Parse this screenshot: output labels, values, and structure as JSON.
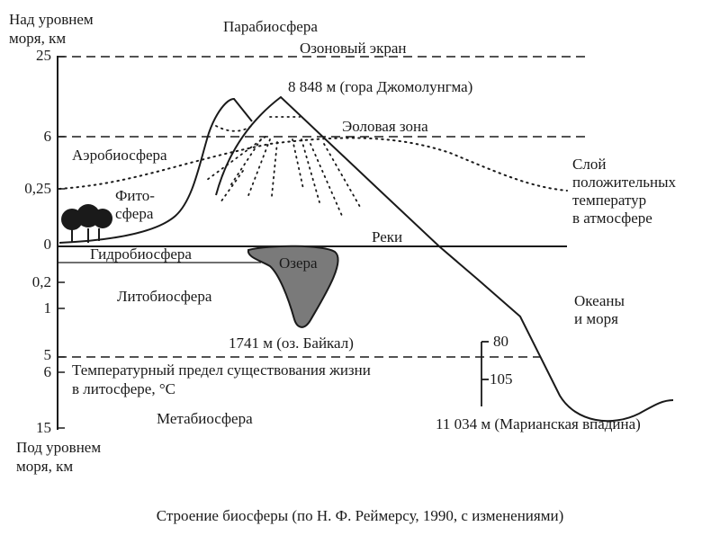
{
  "axis": {
    "above_title_line1": "Над уровнем",
    "above_title_line2": "моря, км",
    "below_title_line1": "Под уровнем",
    "below_title_line2": "моря, км",
    "ticks_above": [
      "25",
      "6",
      "0,25",
      "0"
    ],
    "ticks_below": [
      "0,2",
      "1",
      "5",
      "6",
      "15"
    ]
  },
  "labels": {
    "parabiosphere": "Парабиосфера",
    "ozone": "Озоновый экран",
    "everest": "8 848 м (гора Джомолунгма)",
    "aeolian": "Эоловая зона",
    "aerobiosphere": "Аэробиосфера",
    "phyto_line1": "Фито-",
    "phyto_line2": "сфера",
    "positive_temp_line1": "Слой",
    "positive_temp_line2": "положительных",
    "positive_temp_line3": "температур",
    "positive_temp_line4": "в атмосфере",
    "rivers": "Реки",
    "hydrobiosphere": "Гидробиосфера",
    "lakes": "Озера",
    "lithobiosphere": "Литобиосфера",
    "oceans_line1": "Океаны",
    "oceans_line2": "и моря",
    "baikal": "1741 м (оз. Байкал)",
    "temp_limit_line1": "Температурный предел существования жизни",
    "temp_limit_line2": "в литосфере, °C",
    "temp_80": "80",
    "temp_105": "105",
    "metabiosphere": "Метабиосфера",
    "mariana": "11 034 м (Марианская впадина)"
  },
  "caption": "Строение биосферы (по Н. Ф. Реймерсу, 1990, с изменениями)",
  "colors": {
    "ink": "#1a1a1a",
    "lake_fill": "#7a7a7a"
  }
}
